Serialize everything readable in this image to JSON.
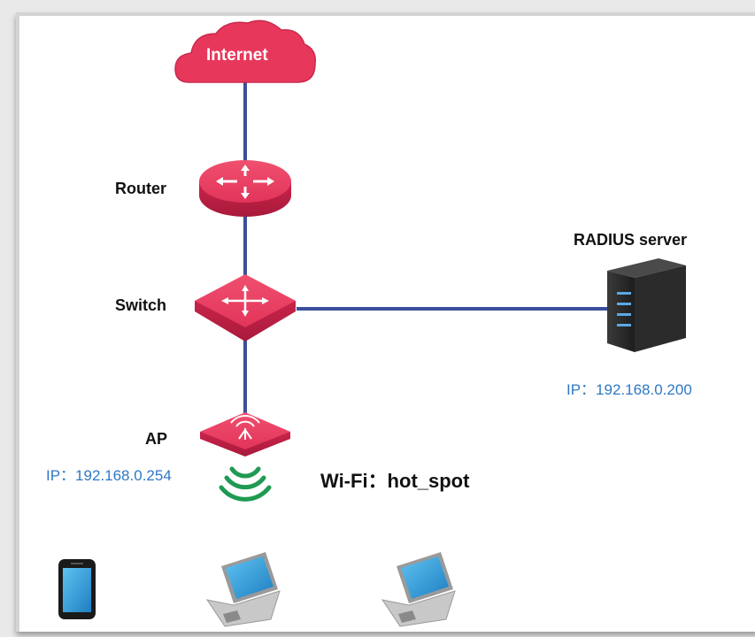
{
  "nodes": {
    "internet": {
      "label": "Internet"
    },
    "router": {
      "label": "Router"
    },
    "switch": {
      "label": "Switch"
    },
    "radius": {
      "label": "RADIUS server",
      "ip": "IP：192.168.0.200"
    },
    "ap": {
      "label": "AP",
      "ip": "IP：192.168.0.254"
    }
  },
  "wifi": {
    "label": "Wi-Fi：hot_spot"
  },
  "colors": {
    "device_red": "#e7385c",
    "link_blue": "#3b4f9b",
    "ip_blue": "#2f78c4",
    "wifi_green": "#1f9a52",
    "server_dark": "#2b2b2b"
  },
  "icons": [
    "cloud-icon",
    "router-icon",
    "switch-icon",
    "server-icon",
    "access-point-icon",
    "wifi-signal-icon",
    "smartphone-icon",
    "laptop-icon"
  ]
}
